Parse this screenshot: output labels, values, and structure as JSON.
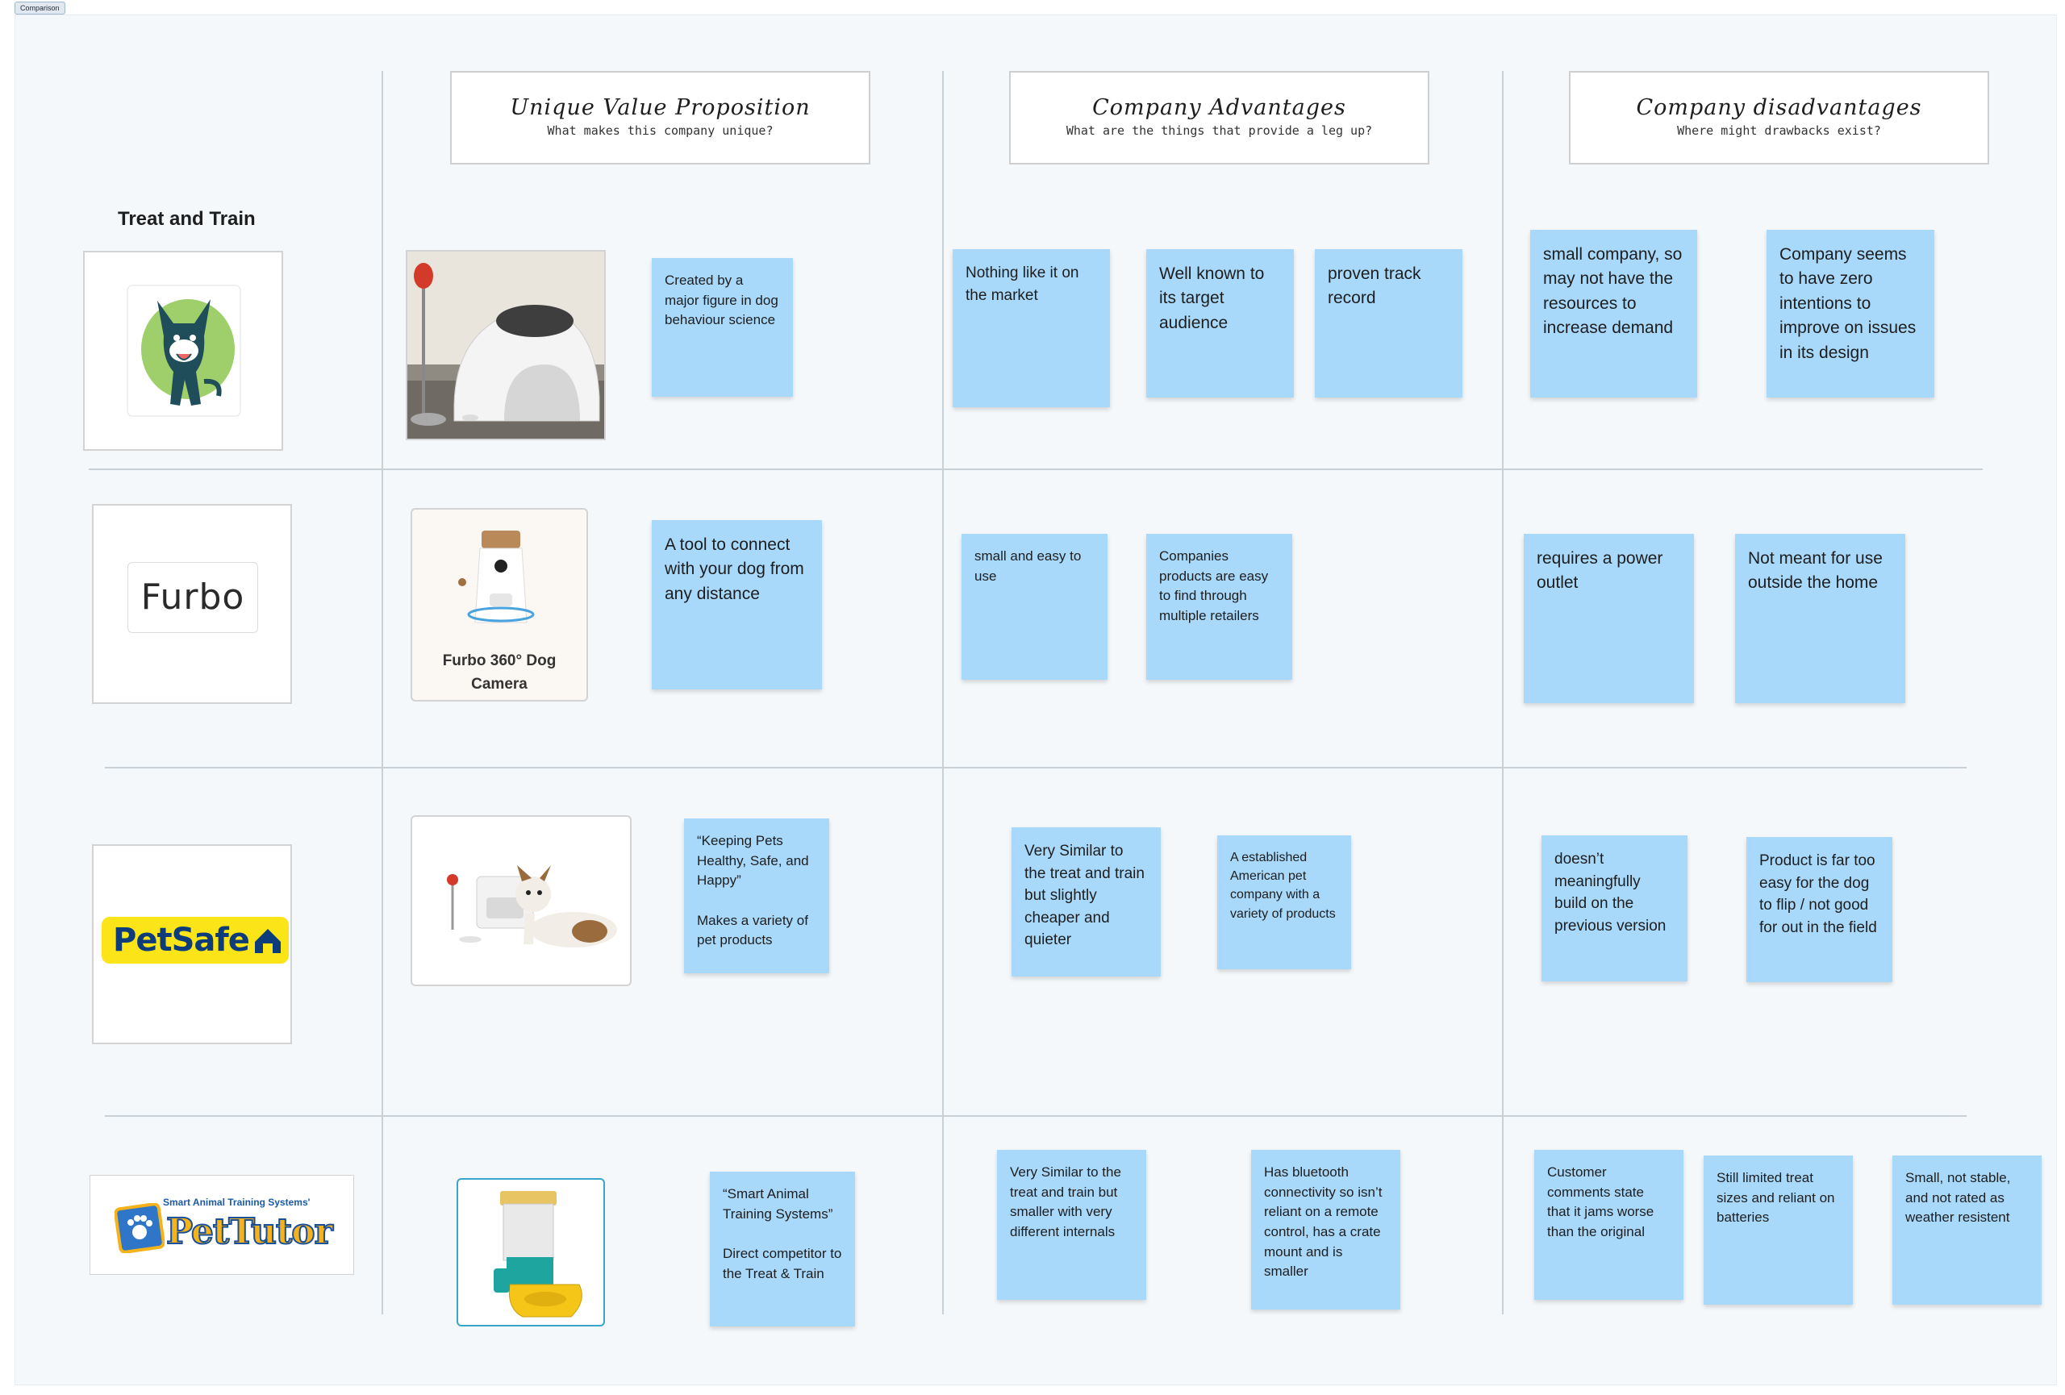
{
  "frame_label": "Comparison",
  "columns": {
    "uvp": {
      "title": "Unique Value Proposition",
      "subtitle": "What makes this company unique?"
    },
    "advantages": {
      "title": "Company Advantages",
      "subtitle": "What are the things that provide a leg up?"
    },
    "disadvantages": {
      "title": "Company disadvantages",
      "subtitle": "Where might drawbacks exist?"
    }
  },
  "rows": {
    "treat_and_train": {
      "label": "Treat and Train",
      "uvp": "Created by a major figure in dog behaviour science",
      "advantages": [
        "Nothing like it on the market",
        "Well known to its target audience",
        "proven track record"
      ],
      "disadvantages": [
        "small company, so may not have the resources to increase demand",
        "Company seems to have zero intentions to improve on issues in its design"
      ]
    },
    "furbo": {
      "logo_text": "Furbo",
      "product_caption": "Furbo 360° Dog Camera",
      "uvp": "A tool to connect with your dog from any distance",
      "advantages": [
        "small and easy to use",
        "Companies products are easy to find through multiple retailers"
      ],
      "disadvantages": [
        "requires a power outlet",
        "Not meant for use outside the home"
      ]
    },
    "petsafe": {
      "logo_text": "PetSafe",
      "uvp": "“Keeping Pets Healthy, Safe, and Happy”\n\nMakes a variety of pet products",
      "advantages": [
        "Very Similar to the treat and train but slightly cheaper and quieter",
        "A established American pet company with a variety of products"
      ],
      "disadvantages": [
        "doesn’t meaningfully build on the previous version",
        "Product is far too easy for the dog to flip / not good for out in the field"
      ]
    },
    "pettutor": {
      "logo_tagline": "Smart Animal Training Systems'",
      "logo_text": "PetTutor",
      "uvp": "“Smart Animal Training Systems”\n\nDirect competitor to the Treat & Train",
      "advantages": [
        "Very Similar to the treat and train but smaller with very different internals",
        "Has bluetooth connectivity so isn’t reliant on a remote control, has a crate mount and is smaller"
      ],
      "disadvantages": [
        "Customer comments state that it jams worse than the original",
        "Still limited treat sizes and reliant on batteries",
        "Small, not stable, and not rated as weather resistent"
      ]
    }
  },
  "colors": {
    "sticky": "#a8d8fa",
    "canvas": "#f4f8fb",
    "grid_line": "#c8d0d8",
    "logo_green": "#9fcf6a",
    "logo_navy": "#1f4e5a",
    "petsafe_yellow": "#fbe418",
    "petsafe_blue": "#0c3d7a"
  }
}
